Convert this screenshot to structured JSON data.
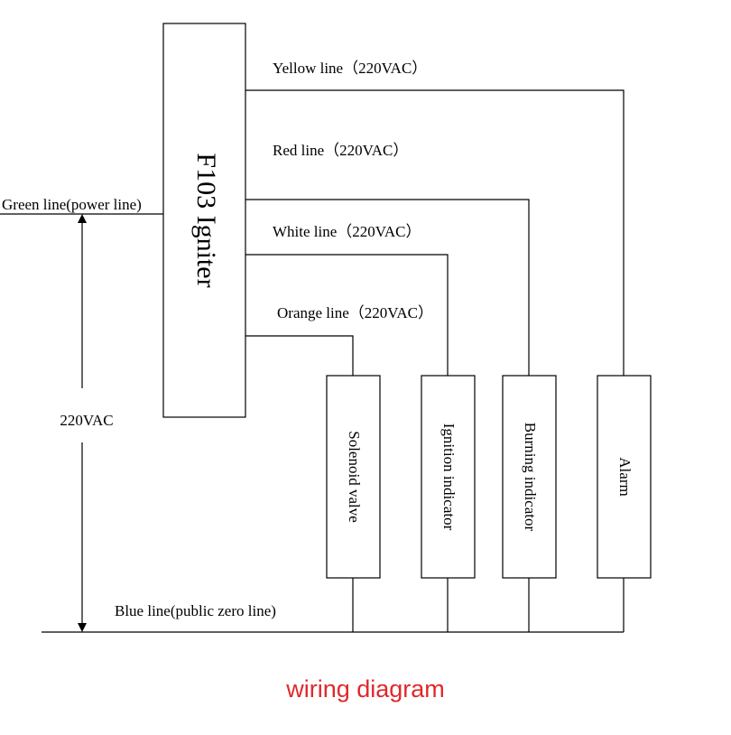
{
  "igniter": {
    "label": "F103 Igniter"
  },
  "wires": {
    "yellow": "Yellow line（220VAC）",
    "red": "Red line（220VAC）",
    "white": "White line（220VAC）",
    "orange": "Orange line（220VAC）",
    "green": "Green line(power line)",
    "blue": "Blue line(public zero line)"
  },
  "voltage_label": "220VAC",
  "components": [
    {
      "label": "Solenoid valve"
    },
    {
      "label": "Ignition indicator"
    },
    {
      "label": "Burning indicator"
    },
    {
      "label": "Alarm"
    }
  ],
  "caption": "wiring diagram",
  "colors": {
    "caption": "#e0282b",
    "lines": "#000000"
  }
}
